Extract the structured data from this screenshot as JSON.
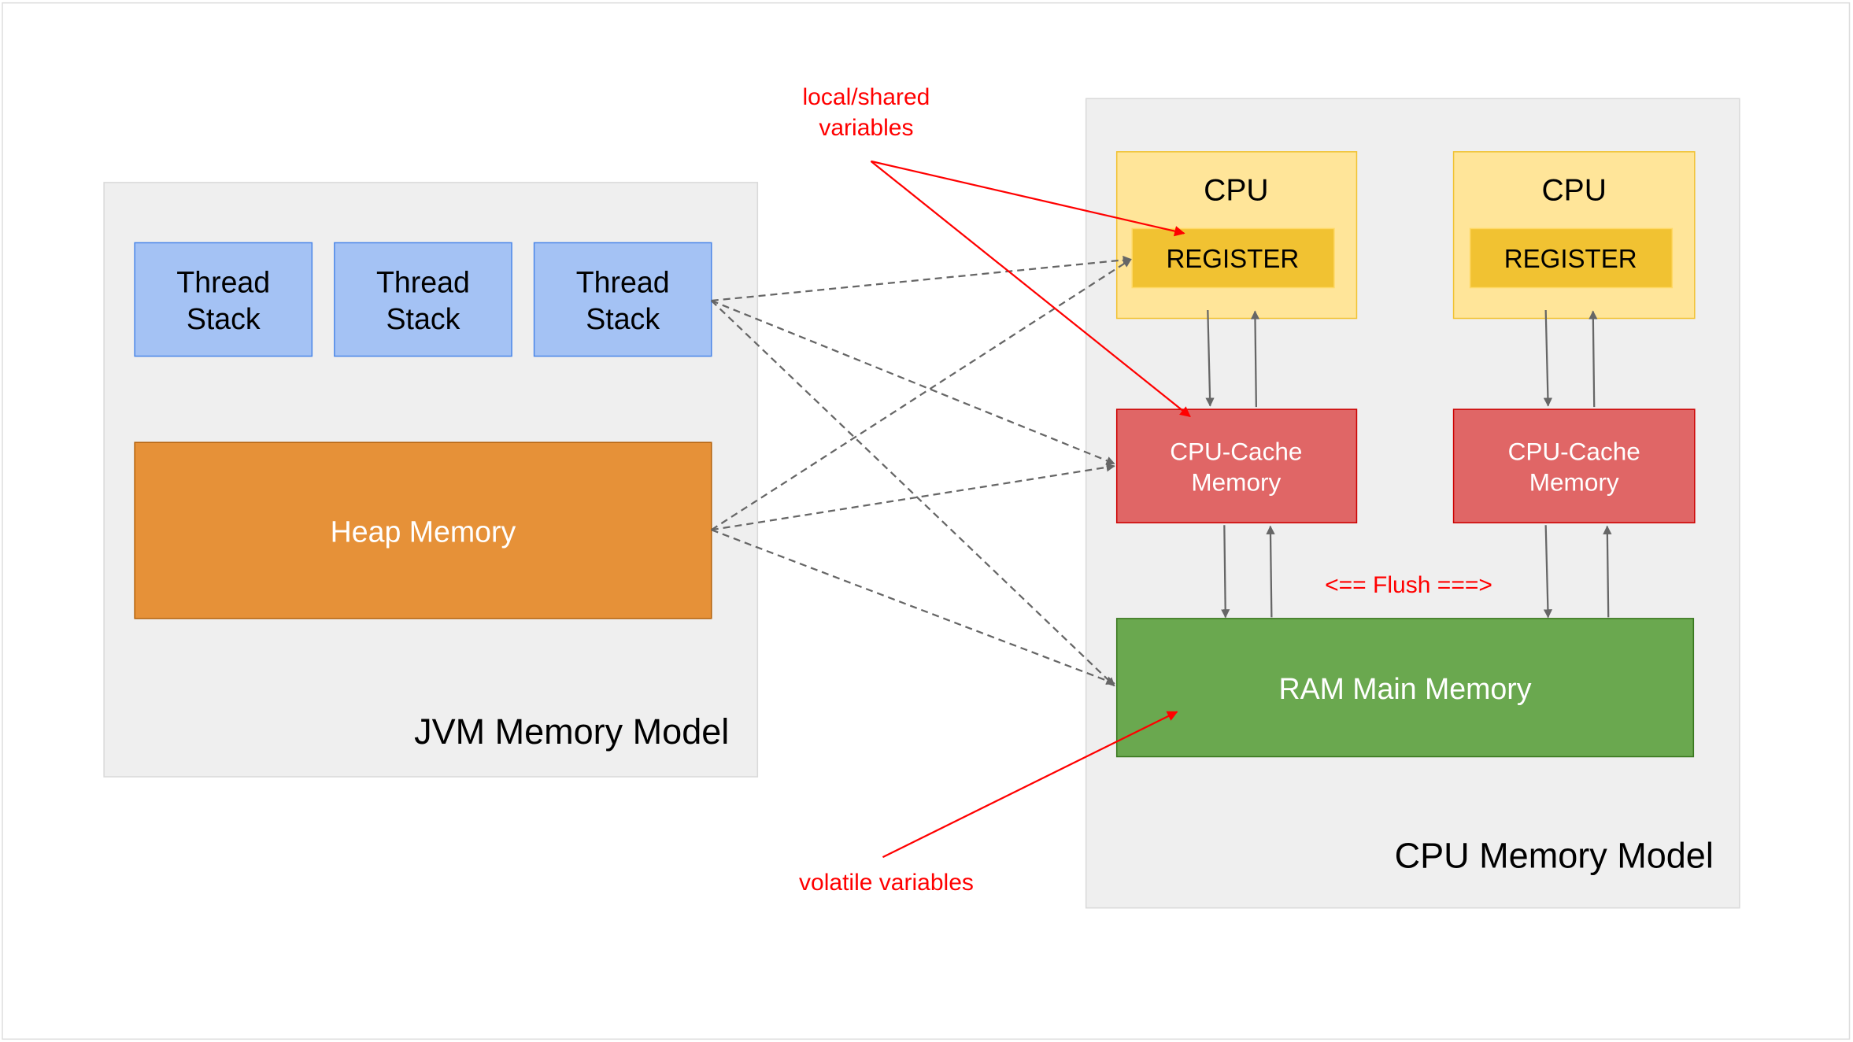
{
  "jvm": {
    "title": "JVM Memory Model",
    "thread_stacks": [
      {
        "line1": "Thread",
        "line2": "Stack"
      },
      {
        "line1": "Thread",
        "line2": "Stack"
      },
      {
        "line1": "Thread",
        "line2": "Stack"
      }
    ],
    "heap": "Heap Memory"
  },
  "cpu_model": {
    "title": "CPU Memory Model",
    "cpus": [
      {
        "label": "CPU",
        "register": "REGISTER",
        "cache_line1": "CPU-Cache",
        "cache_line2": "Memory"
      },
      {
        "label": "CPU",
        "register": "REGISTER",
        "cache_line1": "CPU-Cache",
        "cache_line2": "Memory"
      }
    ],
    "ram": "RAM Main Memory",
    "flush": "<== Flush ===>"
  },
  "annotations": {
    "local_shared_line1": "local/shared",
    "local_shared_line2": "variables",
    "volatile": "volatile variables"
  },
  "colors": {
    "thread_stack": "#a4c2f4",
    "heap": "#e69138",
    "cpu": "#ffe599",
    "register": "#f1c232",
    "cache": "#e06666",
    "ram": "#6aa84f",
    "annotation": "#ff0000",
    "panel": "#efefef"
  }
}
